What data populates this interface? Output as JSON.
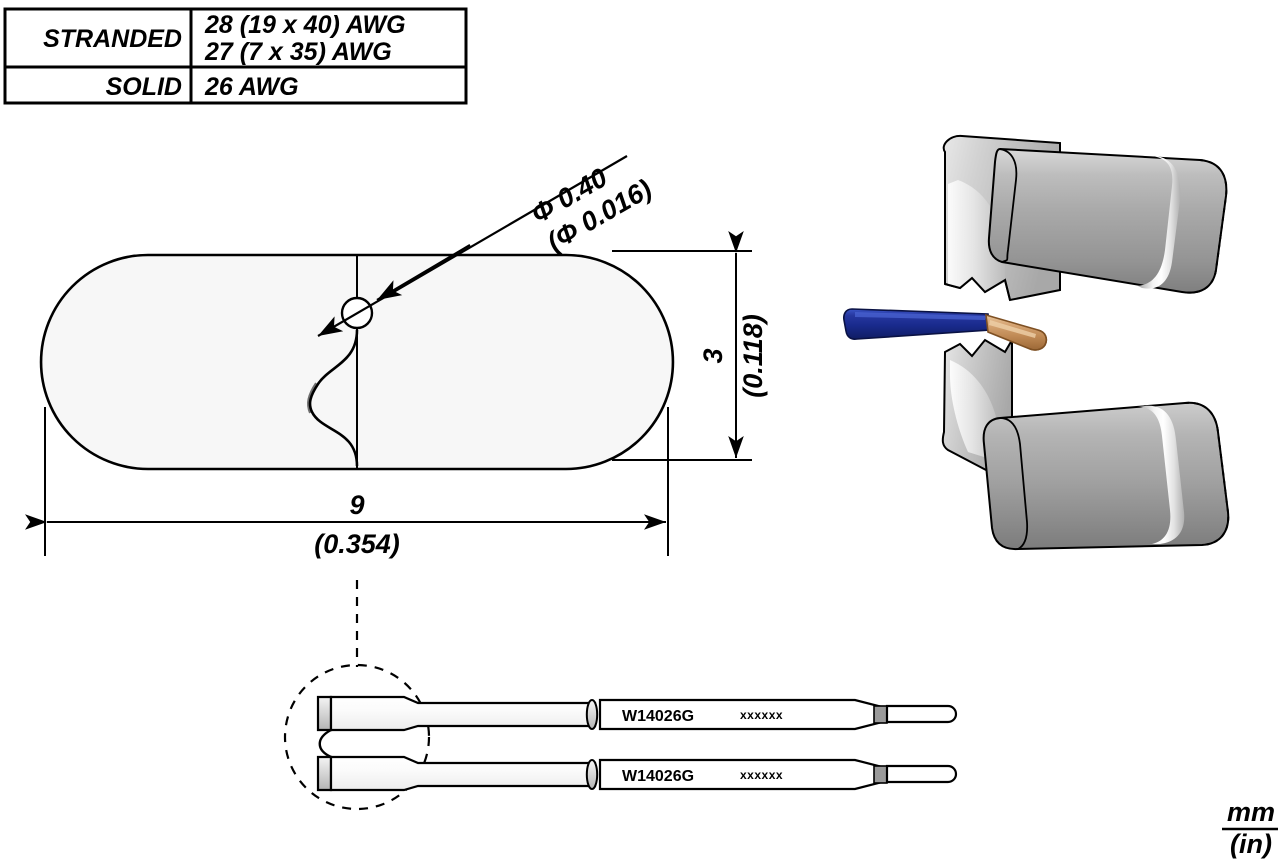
{
  "drawing": {
    "units_label": {
      "numerator": "mm",
      "denominator": "(in)"
    },
    "wire_table": {
      "rows": [
        {
          "label": "STRANDED",
          "values": [
            "28 (19 x 40) AWG",
            "27 (7 x 35) AWG"
          ]
        },
        {
          "label": "SOLID",
          "values": [
            "26 AWG"
          ]
        }
      ]
    },
    "dimensions": {
      "hole_diameter": {
        "metric": "Φ 0.40",
        "imperial": "(Φ 0.016)"
      },
      "height": {
        "metric": "3",
        "imperial": "(0.118)"
      },
      "length": {
        "metric": "9",
        "imperial": "(0.354)"
      }
    },
    "cartridges": [
      {
        "part_number": "W14026G",
        "marking": "xxxxxx"
      },
      {
        "part_number": "W14026G",
        "marking": "xxxxxx"
      }
    ],
    "colors": {
      "line": "#000000",
      "tip_fill": "#f7f7f7",
      "metal_light": "#f2f2f2",
      "metal_mid": "#b9b9b9",
      "metal_dark": "#8a8a8a",
      "wire_insulation": "#1b2f8f",
      "wire_conductor": "#c08a55",
      "band_gray": "#9a9a9a"
    }
  }
}
